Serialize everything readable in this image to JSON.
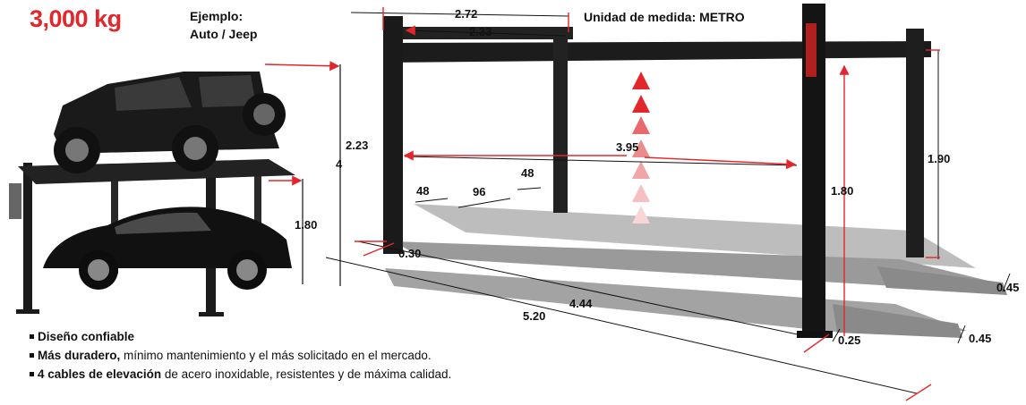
{
  "capacity": "3,000 kg",
  "example": {
    "line1": "Ejemplo:",
    "line2": "Auto / Jeep"
  },
  "unit_label": "Unidad de medida: METRO",
  "dimensions": {
    "left_height_total": "4",
    "left_lower_height": "1.80",
    "overall_width": "2.72",
    "inner_width": "2.33",
    "upper_clearance": "2.23",
    "post_spacing": "3.95",
    "right_post_height": "1.80",
    "rear_post_height": "1.90",
    "platform_length": "4.44",
    "total_length": "5.20",
    "base_offset": "0.30",
    "ramp_height": "0.25",
    "ramp_length_a": "0.45",
    "ramp_length_b": "0.45",
    "deck_segment_a": "48",
    "deck_segment_b": "96",
    "deck_segment_c": "48"
  },
  "bullets": [
    {
      "bold": "Diseño confiable",
      "text": ""
    },
    {
      "bold": "Más duradero,",
      "text": " mínimo mantenimiento y el más solicitado en el mercado."
    },
    {
      "bold": "4 cables de elevación",
      "text": " de acero inoxidable, resistentes y de máxima calidad."
    }
  ],
  "colors": {
    "accent": "#e3262b",
    "post": "#1b1b1b",
    "platform": "#9a9a9a"
  }
}
